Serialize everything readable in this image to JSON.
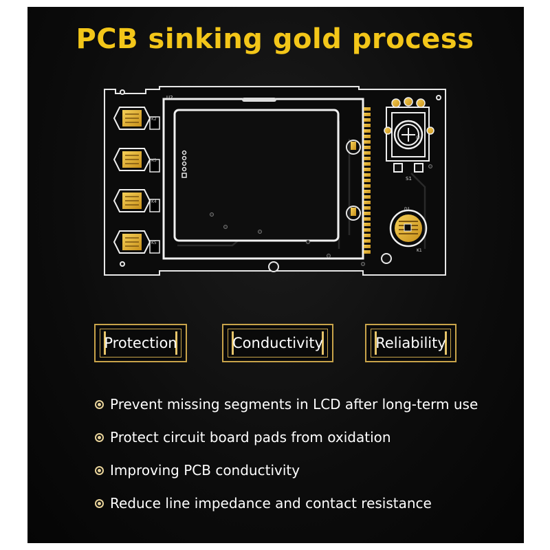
{
  "title": "PCB sinking gold process",
  "pcb": {
    "labels": {
      "u2": "U2",
      "s1": "S1",
      "k1": "K1",
      "d1": "D1",
      "k2": "K2",
      "k3": "K3",
      "k4": "K4",
      "k5": "K5"
    },
    "colors": {
      "board": "#0b0b0b",
      "silkscreen": "#f2f2f2",
      "gold": "#e0a826"
    }
  },
  "badges": [
    {
      "label": "Protection"
    },
    {
      "label": "Conductivity"
    },
    {
      "label": "Reliability"
    }
  ],
  "features": [
    "Prevent missing segments in LCD after long-term use",
    "Protect circuit board pads from oxidation",
    "Improving PCB conductivity",
    "Reduce line impedance and contact resistance"
  ],
  "colors": {
    "title": "#f3c619",
    "badge_border": "#c9a44a",
    "background": "#0c0c0c"
  }
}
